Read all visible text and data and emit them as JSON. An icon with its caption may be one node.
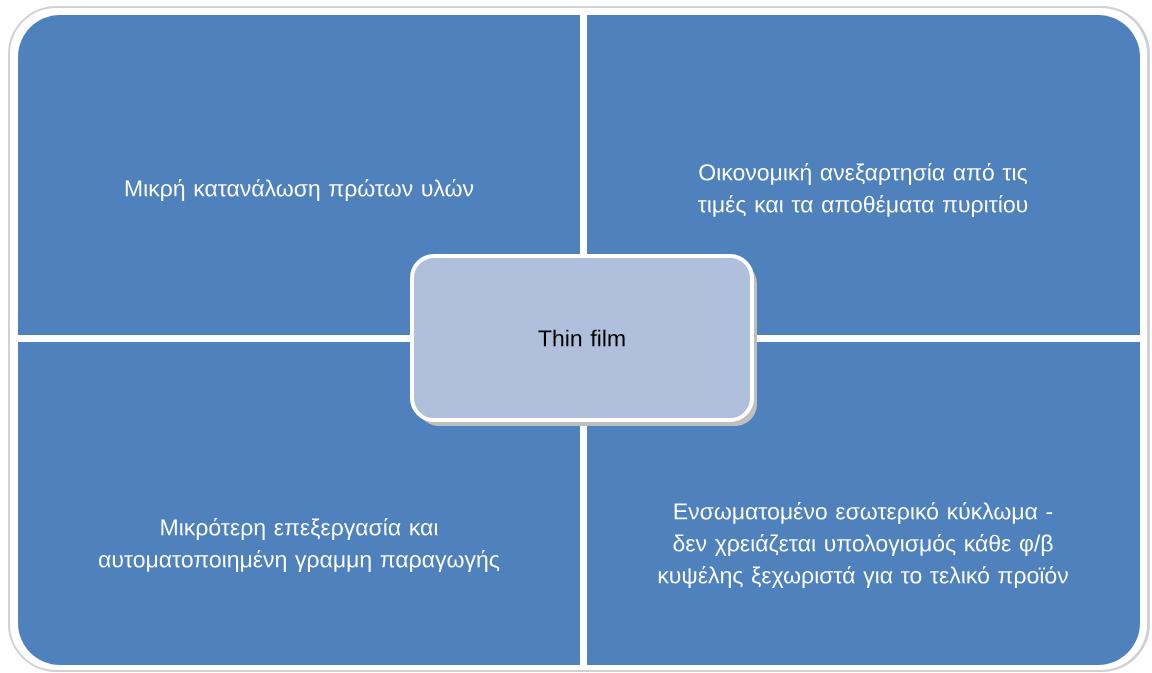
{
  "diagram": {
    "nodes": [
      {
        "text": [
          "Μικρή κατανάλωση πρώτων υλών"
        ]
      },
      {
        "text": [
          "Οικονομική ανεξαρτησία από τις τιμές και τα αποθέματα πυριτίου"
        ]
      },
      {
        "text": [
          "Thin film"
        ]
      },
      {
        "text": [
          "Μικρότερη επεξεργασία και αυτοματοποιημένη γραμμη παραγωγής"
        ]
      },
      {
        "text": [
          "Ενσωματομένο εσωτερικό κύκλωμα - δεν χρειάζεται υπολογισμός κάθε φ/β κυψέλης ξεχωριστά για το τελικό προϊόν"
        ]
      }
    ]
  }
}
